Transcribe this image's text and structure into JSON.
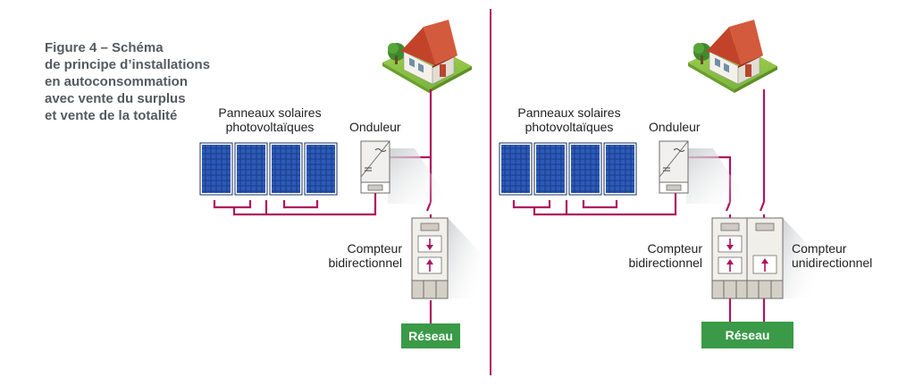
{
  "figure": {
    "caption_lines": [
      "Figure 4 – Schéma",
      "de principe d’installations",
      "en autoconsommation",
      "avec vente du surplus",
      "et vente de la totalité"
    ]
  },
  "left": {
    "panels_label": [
      "Panneaux solaires",
      "photovoltaïques"
    ],
    "inverter_label": "Onduleur",
    "meter_label": [
      "Compteur",
      "bidirectionnel"
    ],
    "grid_label": "Réseau"
  },
  "right": {
    "panels_label": [
      "Panneaux solaires",
      "photovoltaïques"
    ],
    "inverter_label": "Onduleur",
    "meter_bi_label": [
      "Compteur",
      "bidirectionnel"
    ],
    "meter_uni_label": [
      "Compteur",
      "unidirectionnel"
    ],
    "grid_label": "Réseau"
  },
  "colors": {
    "wire": "#b0135f",
    "divider": "#b0135f",
    "panel": "#1d3f8f",
    "grid_box": "#3a9a48",
    "roof": "#c2432a",
    "lawn": "#8cc63f"
  }
}
